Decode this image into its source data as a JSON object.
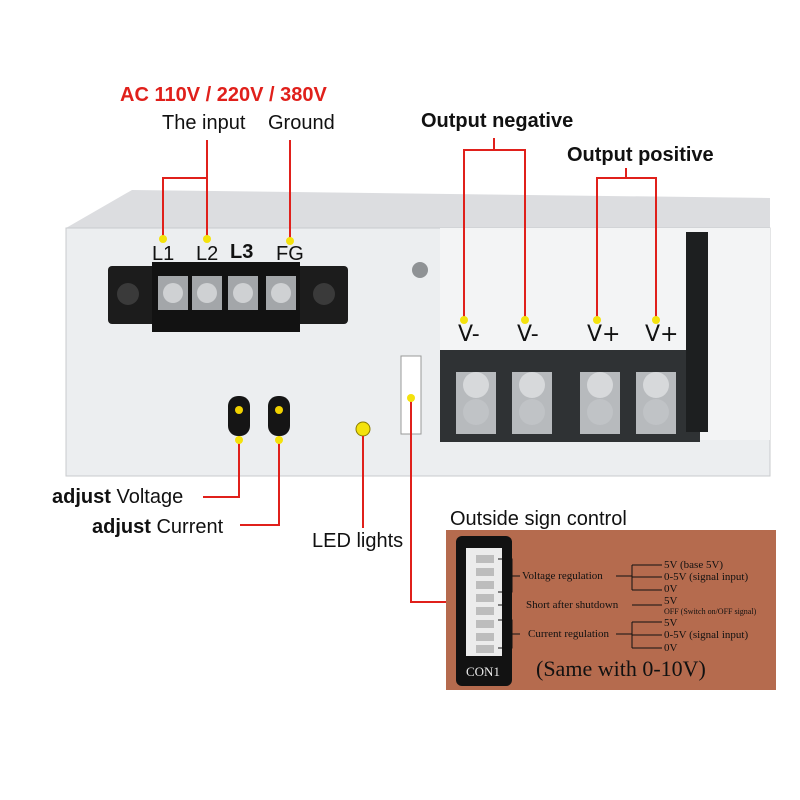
{
  "header": {
    "ac_title": "AC 110V / 220V / 380V",
    "input_label": "The input",
    "ground_label": "Ground",
    "output_negative": "Output negative",
    "output_positive": "Output positive"
  },
  "terminals": {
    "l1": "L1",
    "l2": "L2",
    "l3": "L3",
    "fg": "FG"
  },
  "outputs": {
    "vneg1": "V-",
    "vneg2": "V-",
    "vpos1": "V+",
    "vpos2": "V+"
  },
  "adjust": {
    "voltage_bold": "adjust",
    "voltage_text": "Voltage",
    "current_bold": "adjust",
    "current_text": "Current"
  },
  "led_label": "LED lights",
  "sign_control": {
    "title": "Outside sign control",
    "connector": "CON1",
    "voltage_regulation": "Voltage regulation",
    "short_after_shutdown": "Short after shutdown",
    "current_regulation": "Current regulation",
    "v_5v_base": "5V (base 5V)",
    "v_0_5v": "0-5V (signal input)",
    "v_0v": "0V",
    "s_5v": "5V",
    "s_off": "OFF (Switch on/OFF signal)",
    "c_5v": "5V",
    "c_0_5v": "0-5V (signal input)",
    "c_0v": "0V",
    "same_note": "(Same with 0-10V)"
  },
  "colors": {
    "red": "#e0201b",
    "panel_brown": "#b56b4e",
    "case_grey": "#e9eaec",
    "led_yellow": "#f4e20c"
  }
}
